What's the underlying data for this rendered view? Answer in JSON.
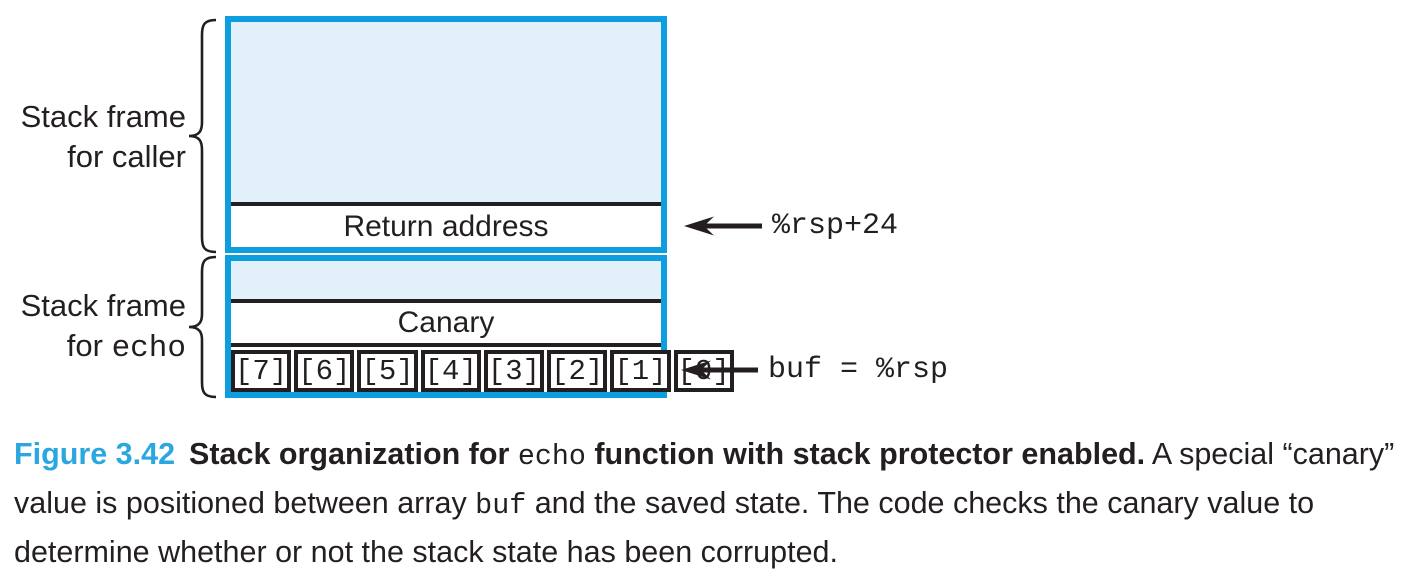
{
  "diagram": {
    "caller_frame": {
      "brace_label_line1": "Stack frame",
      "brace_label_line2": "for caller",
      "return_address_label": "Return address",
      "pointer_label": "%rsp+24"
    },
    "echo_frame": {
      "brace_label_line1": "Stack frame",
      "brace_label_line2_prefix": "for ",
      "brace_label_line2_code": "echo",
      "canary_label": "Canary",
      "buffer_cells": [
        "[7]",
        "[6]",
        "[5]",
        "[4]",
        "[3]",
        "[2]",
        "[1]",
        "[0]"
      ],
      "pointer_label": "buf = %rsp"
    },
    "colors": {
      "frame_border_blue": "#0c9edf",
      "frame_fill_light_blue": "#e1f0f9",
      "line_black": "#231f20"
    }
  },
  "caption": {
    "figure_label": "Figure 3.42",
    "figure_label_color": "#2ba7e0",
    "title_part1": "Stack organization for ",
    "title_code": "echo",
    "title_part2": " function with stack protector enabled.",
    "body_part1": " A special “canary” value is positioned between array ",
    "body_code": "buf",
    "body_part2": " and the saved state. The code checks the canary value to determine whether or not the stack state has been corrupted."
  }
}
